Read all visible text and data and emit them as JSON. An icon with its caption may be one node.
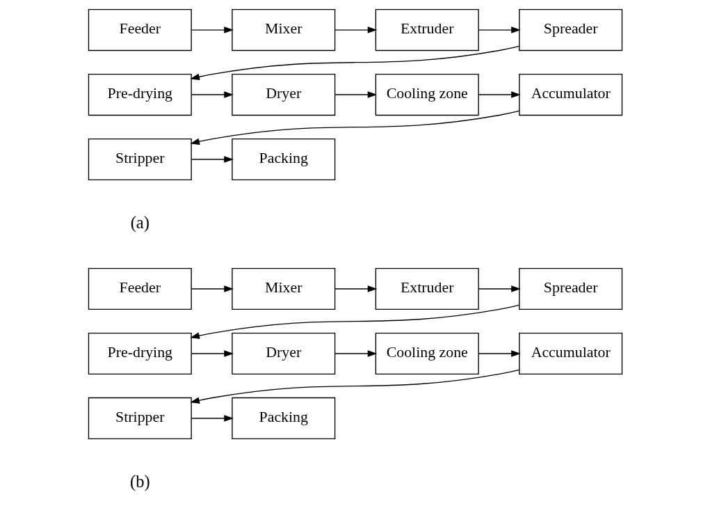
{
  "diagram": {
    "nodes": [
      {
        "text": [
          "Feeder"
        ]
      },
      {
        "text": [
          "Mixer"
        ]
      },
      {
        "text": [
          "Extruder"
        ]
      },
      {
        "text": [
          "Spreader"
        ]
      },
      {
        "text": [
          "Pre-drying"
        ]
      },
      {
        "text": [
          "Dryer"
        ]
      },
      {
        "text": [
          "Cooling zone"
        ]
      },
      {
        "text": [
          "Accumulator"
        ]
      },
      {
        "text": [
          "Stripper"
        ]
      },
      {
        "text": [
          "Packing"
        ]
      },
      {
        "text": [
          "Feeder"
        ]
      },
      {
        "text": [
          "Mixer"
        ]
      },
      {
        "text": [
          "Extruder"
        ]
      },
      {
        "text": [
          "Spreader"
        ]
      },
      {
        "text": [
          "Pre-drying"
        ]
      },
      {
        "text": [
          "Dryer"
        ]
      },
      {
        "text": [
          "Cooling zone"
        ]
      },
      {
        "text": [
          "Accumulator"
        ]
      },
      {
        "text": [
          "Stripper"
        ]
      },
      {
        "text": [
          "Packing"
        ]
      }
    ],
    "edges": [
      {
        "from": 0,
        "to": 1,
        "arrow": "to"
      },
      {
        "from": 1,
        "to": 2,
        "arrow": "to"
      },
      {
        "from": 2,
        "to": 3,
        "arrow": "to"
      },
      {
        "from": 3,
        "to": 4,
        "arrow": "to"
      },
      {
        "from": 4,
        "to": 5,
        "arrow": "to"
      },
      {
        "from": 5,
        "to": 6,
        "arrow": "to"
      },
      {
        "from": 6,
        "to": 7,
        "arrow": "to"
      },
      {
        "from": 7,
        "to": 8,
        "arrow": "to"
      },
      {
        "from": 8,
        "to": 9,
        "arrow": "to"
      },
      {
        "from": 10,
        "to": 11,
        "arrow": "to"
      },
      {
        "from": 11,
        "to": 12,
        "arrow": "to"
      },
      {
        "from": 12,
        "to": 13,
        "arrow": "to"
      },
      {
        "from": 13,
        "to": 14,
        "arrow": "to"
      },
      {
        "from": 14,
        "to": 15,
        "arrow": "to"
      },
      {
        "from": 15,
        "to": 16,
        "arrow": "to"
      },
      {
        "from": 16,
        "to": 17,
        "arrow": "to"
      },
      {
        "from": 17,
        "to": 18,
        "arrow": "to"
      },
      {
        "from": 18,
        "to": 19,
        "arrow": "to"
      }
    ],
    "labels": [
      "(a)",
      "(b)"
    ]
  }
}
